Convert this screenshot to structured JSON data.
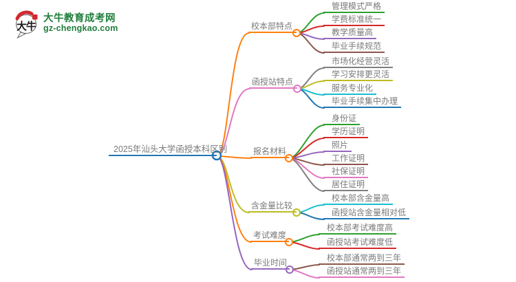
{
  "page": {
    "background": "#ffffff",
    "text_color": "#7a7a7a"
  },
  "logo": {
    "icon_text": "大牛",
    "title": "大牛教育成考网",
    "url": "gz-chengkao.com",
    "title_color": "#1f7e3c",
    "accent_red": "#d2282e"
  },
  "palette": {
    "blue": "#1f77b4",
    "orange": "#ff7f0e",
    "green": "#2ca02c",
    "red": "#d62728",
    "purple": "#9467bd",
    "brown": "#8c564b",
    "pink": "#e377c2",
    "gray": "#7f7f7f",
    "olive": "#bcbd22",
    "cyan": "#17becf"
  },
  "mindmap": {
    "root": {
      "label": "2025年汕头大学函授本科区别",
      "color": "blue"
    },
    "branches": [
      {
        "label": "校本部特点",
        "color": "orange",
        "children": [
          {
            "label": "管理模式严格",
            "color": "green"
          },
          {
            "label": "学费标准统一",
            "color": "red"
          },
          {
            "label": "教学质量高",
            "color": "purple"
          },
          {
            "label": "毕业手续规范",
            "color": "brown"
          }
        ]
      },
      {
        "label": "函授站特点",
        "color": "pink",
        "children": [
          {
            "label": "市场化经营灵活",
            "color": "gray"
          },
          {
            "label": "学习安排更灵活",
            "color": "olive"
          },
          {
            "label": "服务专业化",
            "color": "cyan"
          },
          {
            "label": "毕业手续集中办理",
            "color": "blue"
          }
        ]
      },
      {
        "label": "报名材料",
        "color": "orange",
        "children": [
          {
            "label": "身份证",
            "color": "green"
          },
          {
            "label": "学历证明",
            "color": "red"
          },
          {
            "label": "照片",
            "color": "purple"
          },
          {
            "label": "工作证明",
            "color": "brown"
          },
          {
            "label": "社保证明",
            "color": "pink"
          },
          {
            "label": "居住证明",
            "color": "gray"
          }
        ]
      },
      {
        "label": "含金量比较",
        "color": "olive",
        "children": [
          {
            "label": "校本部含金量高",
            "color": "cyan"
          },
          {
            "label": "函授站含金量相对低",
            "color": "blue"
          }
        ]
      },
      {
        "label": "考试难度",
        "color": "orange",
        "children": [
          {
            "label": "校本部考试难度高",
            "color": "green"
          },
          {
            "label": "函授站考试难度低",
            "color": "red"
          }
        ]
      },
      {
        "label": "毕业时间",
        "color": "purple",
        "children": [
          {
            "label": "校本部通常两到三年",
            "color": "brown"
          },
          {
            "label": "函授站通常两到三年",
            "color": "pink"
          }
        ]
      }
    ]
  }
}
